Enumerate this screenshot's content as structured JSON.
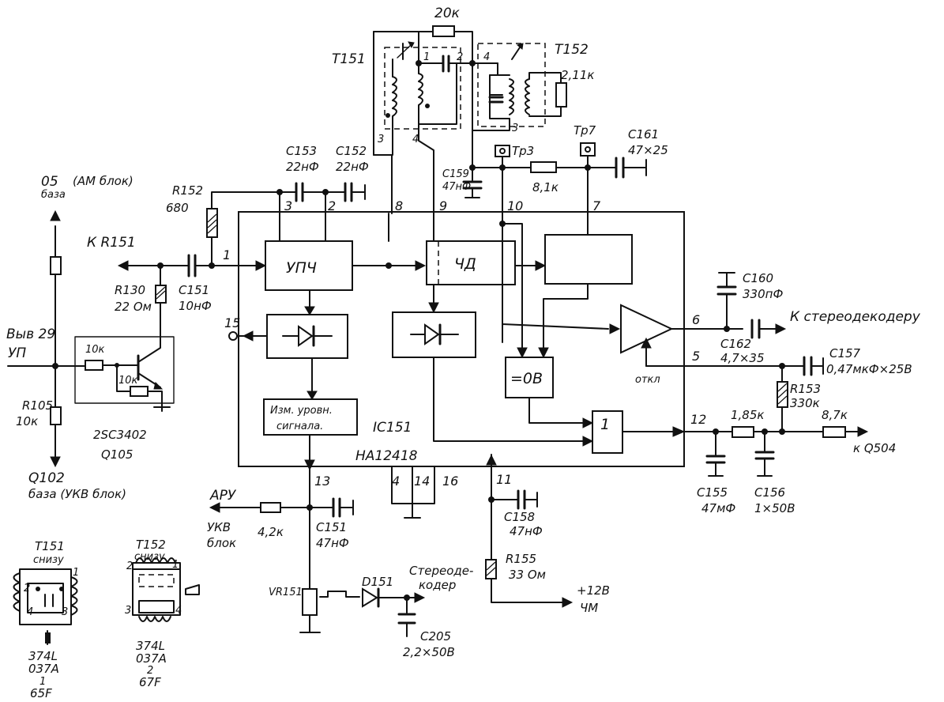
{
  "labels": {
    "l05": "05",
    "lbaza1": "база",
    "lam": "(АМ блок)",
    "lkr151": "К R151",
    "lvyv29": "Выв 29",
    "lup": "УП",
    "l10k_r105": "10к",
    "lr105": "R105",
    "lq102": "Q102",
    "lbaza2": "база (УКВ блок)",
    "l2sc": "2SC3402",
    "lq105": "Q105",
    "lr130": "R130",
    "l22om": "22 Ом",
    "lc151a": "C151",
    "l10nf": "10нФ",
    "lr152": "R152",
    "l680": "680",
    "lc153": "C153",
    "l22nf_a": "22нФ",
    "lc152": "C152",
    "l22nf_b": "22нФ",
    "l20k": "20к",
    "lt151": "T151",
    "lt152": "T152",
    "l211k": "2,11к",
    "lc159": "C159",
    "l47nf_a": "47нФ",
    "ltp3": "Тр3",
    "ltp7": "Тр7",
    "l81k": "8,1к",
    "lc161": "C161",
    "l47x25": "47×25",
    "l10k_a": "10к",
    "l10k_b": "10к",
    "lc160": "C160",
    "l330pf": "330пФ",
    "lkstereo": "К стереодекодеру",
    "lc162": "C162",
    "l47x35": "4,7×35",
    "lotkl": "откл",
    "lc157": "C157",
    "l047": "0,47мкФ×25В",
    "lr153": "R153",
    "l330k": "330к",
    "l87k": "8,7к",
    "l185k": "1,85к",
    "lkq504": "к Q504",
    "lc155": "C155",
    "l47mf": "47мФ",
    "lc156": "C156",
    "l1x50": "1×50В",
    "lic151": "IC151",
    "lha": "HA12418",
    "lupch": "УПЧ",
    "lchd": "ЧД",
    "lizm1": "Изм. уровн.",
    "lizm2": "сигнала.",
    "l0v": "=0В",
    "l1": "1",
    "lapu": "АРУ",
    "lukv": "УКВ",
    "lblok": "блок",
    "l42k": "4,2к",
    "lc151b": "C151",
    "l47nf_b": "47нФ",
    "lc158": "C158",
    "l47nf_c": "47нФ",
    "lr155": "R155",
    "l33om": "33 Ом",
    "l12v": "+12В",
    "lchm": "ЧМ",
    "lvr151": "VR151",
    "ld151": "D151",
    "lstereo1": "Стереоде-",
    "lstereo2": "кодер",
    "lc205": "C205",
    "l22x50": "2,2×50В",
    "lt151b": "T151",
    "lsnizu1": "снизу",
    "l374a": "374L",
    "l037a": "037А",
    "l1b": "1",
    "l65f": "65F",
    "lt152b": "T152",
    "lsnizu2": "снизу",
    "l374b": "374L",
    "l037b": "037А",
    "l2b": "2",
    "l67f": "67F"
  },
  "pins": {
    "p1": "1",
    "p2": "2",
    "p3": "3",
    "p4": "4",
    "p5": "5",
    "p6": "6",
    "p7": "7",
    "p8": "8",
    "p9": "9",
    "p10": "10",
    "p11": "11",
    "p12": "12",
    "p13": "13",
    "p14": "14",
    "p15": "15",
    "p16": "16",
    "t1": "1",
    "t2": "2",
    "t3": "3",
    "t4": "4",
    "t5": "4",
    "t6": "3",
    "b1": "2",
    "b2": "1",
    "b3": "4",
    "b4": "3",
    "b5": "2",
    "b6": "1",
    "b7": "3",
    "b8": "4"
  },
  "colors": {
    "ink": "#111111",
    "paper": "#ffffff"
  }
}
